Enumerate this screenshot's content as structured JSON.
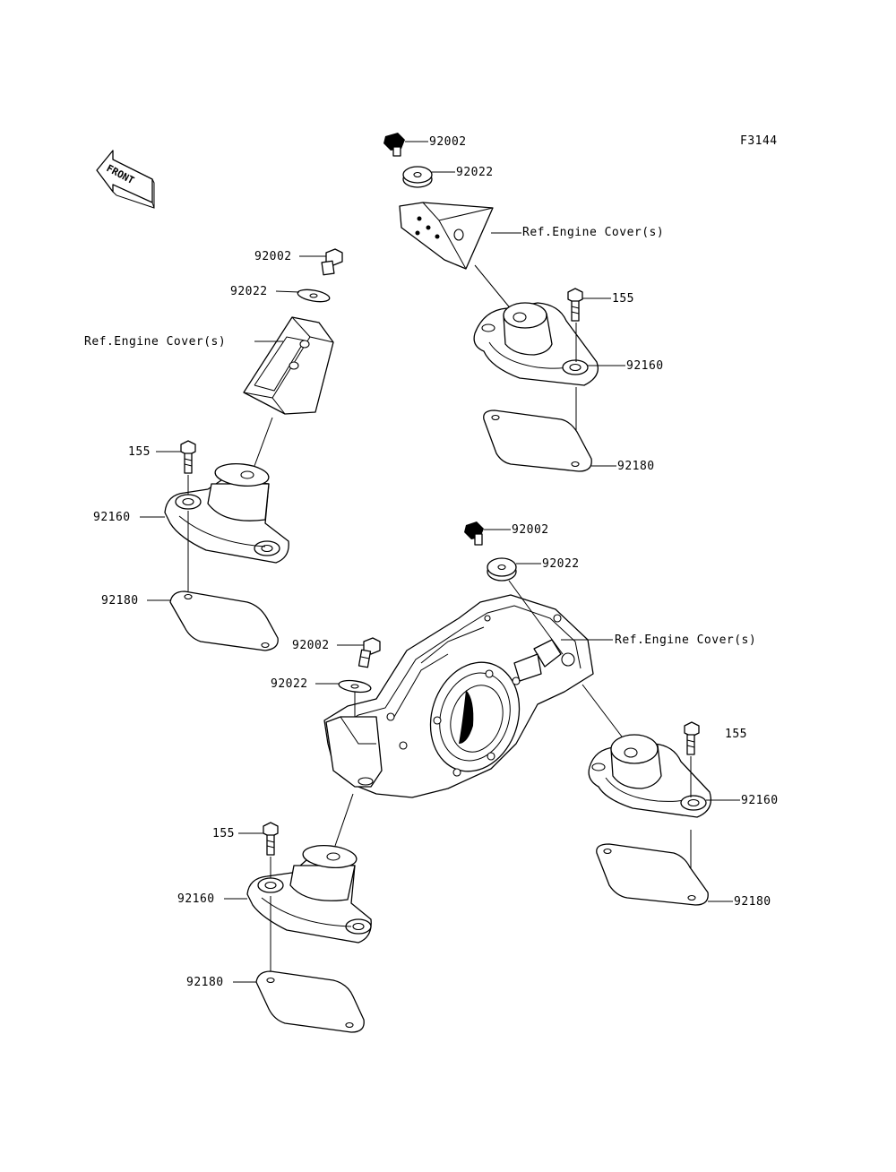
{
  "figure_code": "F3144",
  "front_indicator": "FRONT",
  "labels": {
    "top_bolt": "92002",
    "top_washer": "92022",
    "top_ref": "Ref.Engine Cover(s)",
    "top_bolt155": "155",
    "top_mount": "92160",
    "top_plate": "92180",
    "left_bolt": "92002",
    "left_washer": "92022",
    "left_ref": "Ref.Engine Cover(s)",
    "left_bolt155": "155",
    "left_mount": "92160",
    "left_plate": "92180",
    "center_bolt_a": "92002",
    "center_washer_a": "92022",
    "center_ref": "Ref.Engine Cover(s)",
    "center_bolt_b": "92002",
    "center_washer_b": "92022",
    "right_bolt155": "155",
    "right_mount": "92160",
    "right_plate": "92180",
    "bottom_bolt155": "155",
    "bottom_mount": "92160",
    "bottom_plate": "92180"
  }
}
